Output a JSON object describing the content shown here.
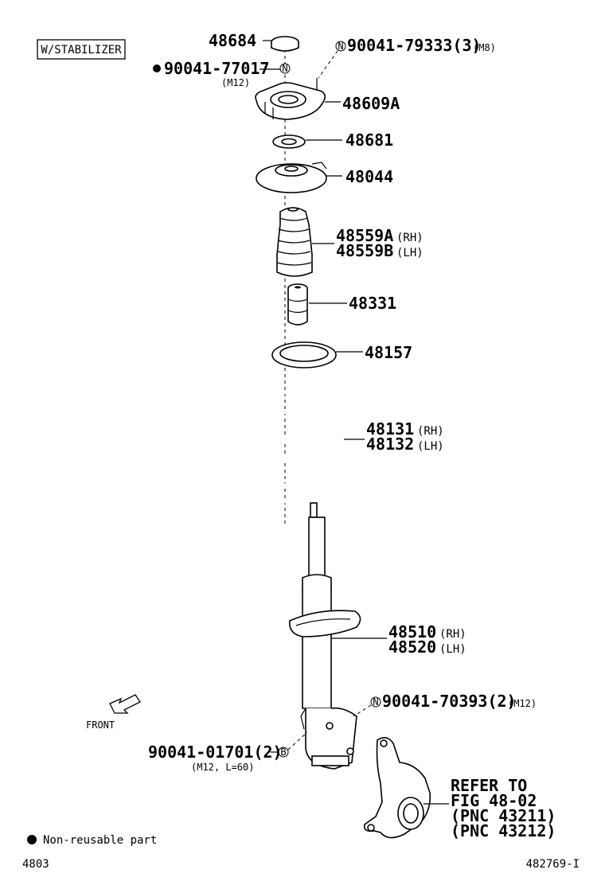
{
  "variant_label": "W/STABILIZER",
  "legend": {
    "marker_text": "Non-reusable part"
  },
  "footer": {
    "figure_number": "4803",
    "drawing_id": "482769-I"
  },
  "front_label": "FRONT",
  "callouts": {
    "p48684": "48684",
    "p90041_79333": "90041-79333(3)",
    "p90041_79333_note": "(M8)",
    "p90041_77017": "90041-77017",
    "p90041_77017_note": "(M12)",
    "p48609a": "48609A",
    "p48681": "48681",
    "p48044": "48044",
    "p48559a": "48559A",
    "p48559a_side": "(RH)",
    "p48559b": "48559B",
    "p48559b_side": "(LH)",
    "p48331": "48331",
    "p48157": "48157",
    "p48131": "48131",
    "p48131_side": "(RH)",
    "p48132": "48132",
    "p48132_side": "(LH)",
    "p48510": "48510",
    "p48510_side": "(RH)",
    "p48520": "48520",
    "p48520_side": "(LH)",
    "p90041_70393": "90041-70393(2)",
    "p90041_70393_note": "(M12)",
    "p90041_01701": "90041-01701(2)",
    "p90041_01701_note": "(M12, L=60)"
  },
  "refer": {
    "line1": "REFER TO",
    "line2": "FIG 48-02",
    "line3": "(PNC 43211)",
    "line4": "(PNC 43212)"
  },
  "symbols": {
    "n_marker": "N",
    "b_marker": "B"
  }
}
